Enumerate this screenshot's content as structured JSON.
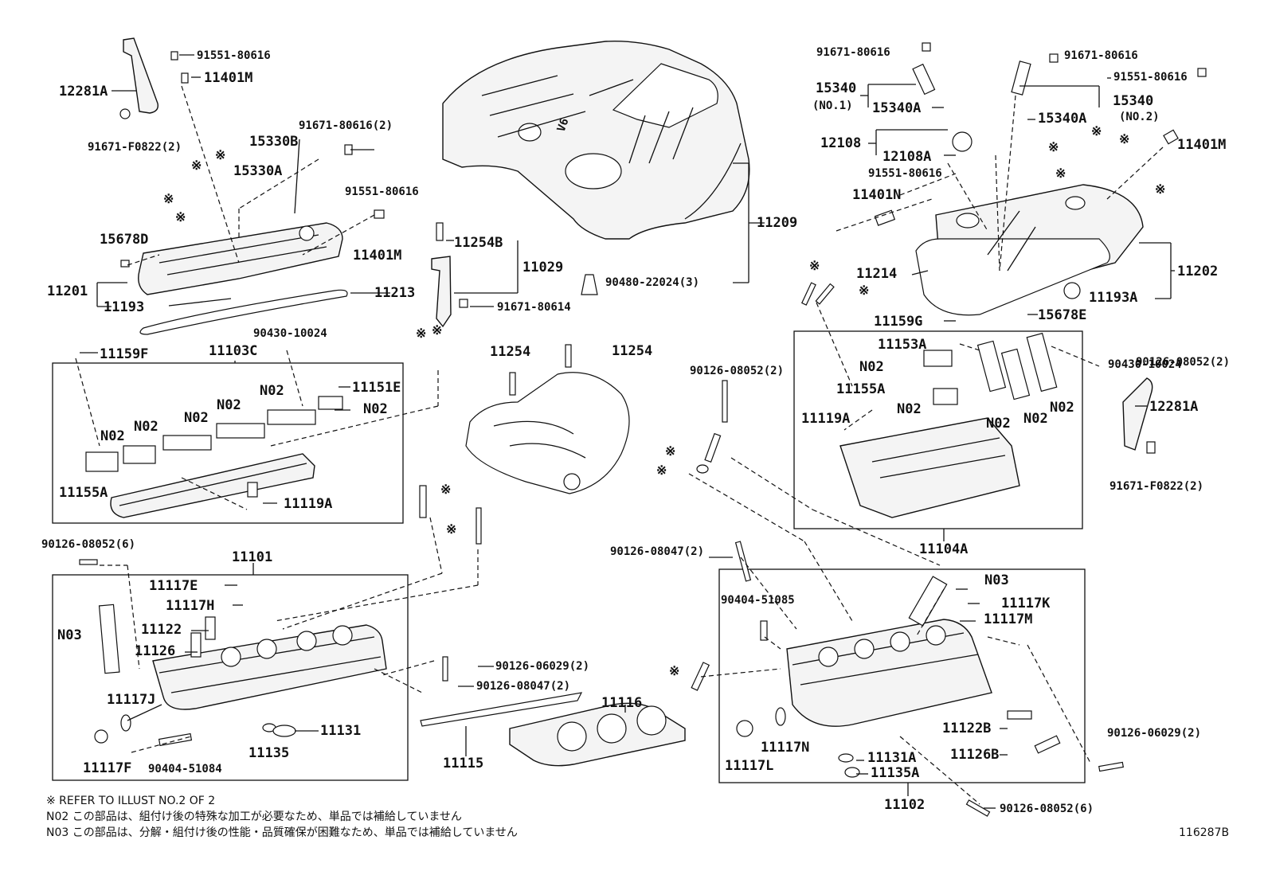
{
  "labels": {
    "a1": "91551-80616",
    "a2": "11401M",
    "a3": "12281A",
    "a4": "91671-F0822(2)",
    "a5": "91671-80616(2)",
    "a6": "15330B",
    "a7": "15330A",
    "a8": "91551-80616",
    "a9": "15678D",
    "a10": "11401M",
    "a11": "11201",
    "a12": "11193",
    "a13": "11213",
    "a14": "90430-10024",
    "a15": "11159F",
    "a16": "11103C",
    "a17": "11151E",
    "a18": "N02",
    "a19": "N02",
    "a20": "N02",
    "a21": "N02",
    "a22": "N02",
    "a23": "N02",
    "a24": "11155A",
    "a25": "11119A",
    "b1": "11254B",
    "b2": "11029",
    "b3": "91671-80614",
    "b4": "11209",
    "b5": "90480-22024(3)",
    "b6": "11254",
    "b7": "11254",
    "b8": "90126-08052(2)",
    "c1": "91671-80616",
    "c2": "15340",
    "c3": "(NO.1)",
    "c4": "15340A",
    "c5": "91671-80616",
    "c6": "91551-80616",
    "c7": "15340",
    "c8": "(NO.2)",
    "c9": "15340A",
    "c10": "12108",
    "c11": "12108A",
    "c12": "91551-80616",
    "c13": "11401N",
    "c14": "11401M",
    "c15": "11214",
    "c16": "11202",
    "c17": "11193A",
    "c18": "11159G",
    "c19": "15678E",
    "d1": "90126-08052(2)",
    "d2": "11153A",
    "d3": "N02",
    "d4": "11155A",
    "d5": "N02",
    "d6": "11119A",
    "d7": "N02",
    "d8": "N02",
    "d9": "N02",
    "d10": "90430-10024",
    "d11": "12281A",
    "d12": "91671-F0822(2)",
    "d13": "11104A",
    "e1": "90126-08052(6)",
    "e2": "11101",
    "e3": "11117E",
    "e4": "11117H",
    "e5": "N03",
    "e6": "11122",
    "e7": "11126",
    "e8": "11117J",
    "e9": "11131",
    "e10": "11135",
    "e11": "11117F",
    "e12": "90404-51084",
    "f1": "90126-06029(2)",
    "f2": "90126-08047(2)",
    "f3": "11115",
    "f4": "11116",
    "g1": "90126-08047(2)",
    "g2": "N03",
    "g3": "11117K",
    "g4": "11117M",
    "g5": "90404-51085",
    "g6": "11117N",
    "g7": "11117L",
    "g8": "11122B",
    "g9": "11126B",
    "g10": "11131A",
    "g11": "11135A",
    "g12": "90126-08052(6)",
    "g13": "11102",
    "g14": "90126-06029(2)"
  },
  "notes": {
    "n1": "※ REFER TO ILLUST NO.2 OF 2",
    "n2": "N02 この部品は、組付け後の特殊な加工が必要なため、単品では補給していません",
    "n3": "N03 この部品は、分解・組付け後の性能・品質確保が困難なため、単品では補給していません"
  },
  "figure_id": "116287B",
  "cover_badge": "V6"
}
